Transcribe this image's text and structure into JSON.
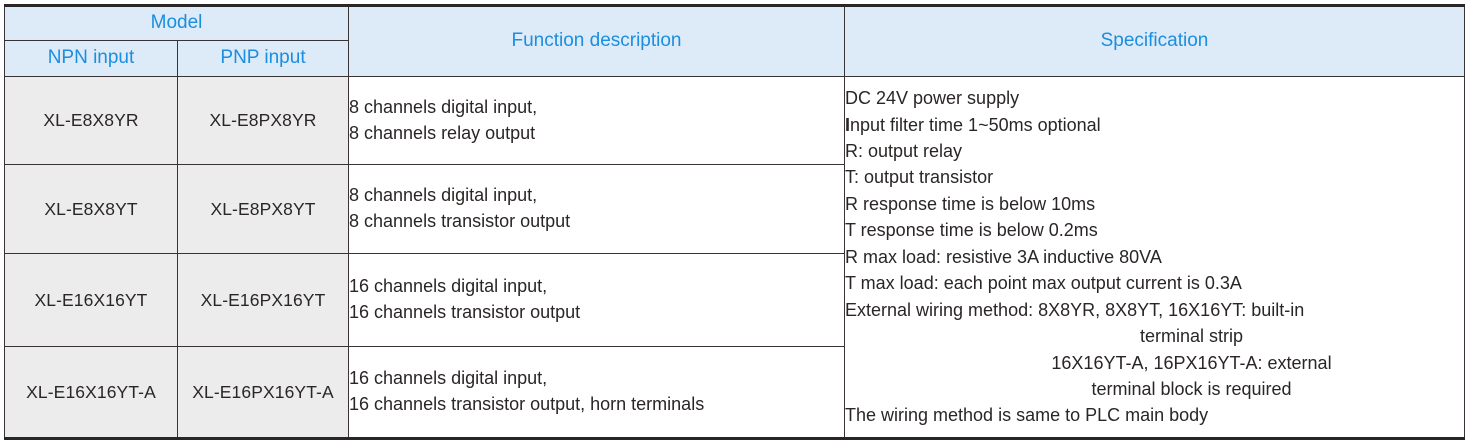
{
  "table": {
    "headers": {
      "model_group": "Model",
      "npn_input": "NPN input",
      "pnp_input": "PNP input",
      "function_description": "Function description",
      "specification": "Specification"
    },
    "rows": [
      {
        "npn": "XL-E8X8YR",
        "pnp": "XL-E8PX8YR",
        "function_lines": [
          "8 channels digital input,",
          "8 channels relay output"
        ]
      },
      {
        "npn": "XL-E8X8YT",
        "pnp": "XL-E8PX8YT",
        "function_lines": [
          "8 channels digital input,",
          "8 channels transistor output"
        ]
      },
      {
        "npn": "XL-E16X16YT",
        "pnp": "XL-E16PX16YT",
        "function_lines": [
          "16 channels digital input,",
          "16 channels transistor output"
        ]
      },
      {
        "npn": "XL-E16X16YT-A",
        "pnp": "XL-E16PX16YT-A",
        "function_lines": [
          "16 channels digital input,",
          "16 channels transistor output, horn terminals"
        ]
      }
    ],
    "specification_lines": [
      "DC 24V power supply",
      "Input filter time 1~50ms optional",
      "R: output relay",
      "T: output transistor",
      "R response time is below 10ms",
      "T response time is below 0.2ms",
      "R max load: resistive 3A inductive 80VA",
      "T max load: each point max output current is 0.3A",
      "External wiring method: 8X8YR, 8X8YT, 16X16YT: built-in",
      "terminal strip",
      "16X16YT-A, 16PX16YT-A: external",
      "terminal block is required",
      "The wiring method is same to PLC main body"
    ]
  },
  "colors": {
    "header_background": "#ddeaf7",
    "header_text": "#1b8ee0",
    "model_cell_background": "#ececec",
    "body_text": "#2b2626",
    "border": "#3a3335",
    "outer_border": "#2b2626",
    "page_background": "#ffffff"
  }
}
